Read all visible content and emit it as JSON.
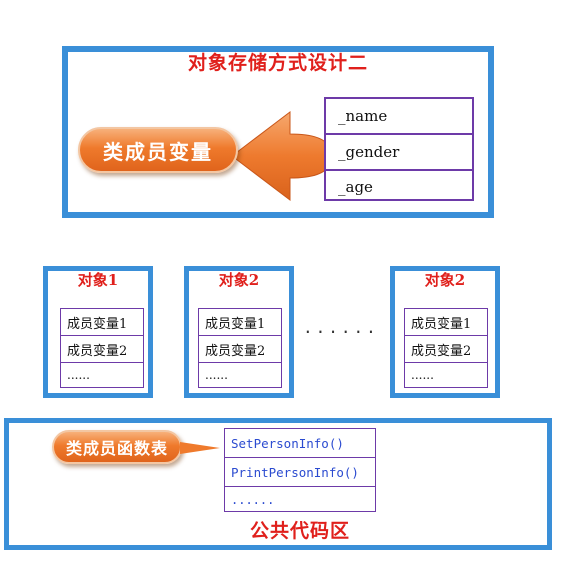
{
  "design": {
    "title": "对象存储方式设计二",
    "class_member_vars_label": "类成员变量",
    "fields": [
      "_name",
      "_gender",
      "_age"
    ]
  },
  "objects": [
    {
      "title": "对象1",
      "rows": [
        "成员变量1",
        "成员变量2",
        "......"
      ]
    },
    {
      "title": "对象2",
      "rows": [
        "成员变量1",
        "成员变量2",
        "......"
      ]
    },
    {
      "title": "对象2",
      "rows": [
        "成员变量1",
        "成员变量2",
        "......"
      ]
    }
  ],
  "ellipsis": "......",
  "public_code": {
    "label": "公共代码区",
    "function_table_label": "类成员函数表",
    "functions": [
      "SetPersonInfo()",
      "PrintPersonInfo()",
      "......"
    ]
  },
  "colors": {
    "frame": "#3a8fd8",
    "title": "#e0201c",
    "box": "#6d3aa8",
    "pill": "#ef7a2c"
  }
}
